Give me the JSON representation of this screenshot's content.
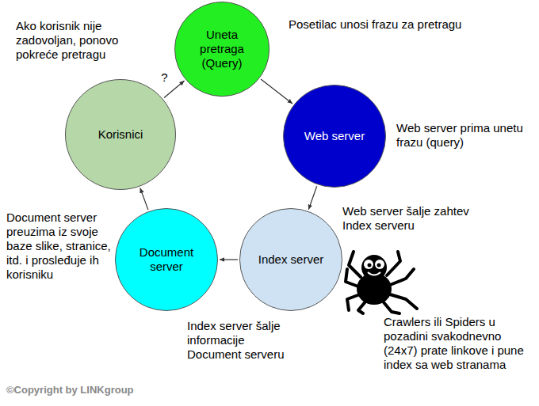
{
  "diagram": {
    "nodes": [
      {
        "text": [
          "Uneta pretraga (Query)"
        ]
      },
      {
        "text": [
          "Web server"
        ]
      },
      {
        "text": [
          "Index server"
        ]
      },
      {
        "text": [
          "Document server"
        ]
      },
      {
        "text": [
          "Korisnici"
        ]
      }
    ],
    "edges": [
      {
        "from": 0,
        "to": 1,
        "arrow": "to"
      },
      {
        "from": 1,
        "to": 2,
        "arrow": "to"
      },
      {
        "from": 2,
        "to": 3,
        "arrow": "to"
      },
      {
        "from": 3,
        "to": 4,
        "arrow": "to"
      },
      {
        "from": 4,
        "to": 0,
        "label": "?",
        "arrow": "to"
      }
    ],
    "labels": [
      "Ako korisnik nije zadovoljan, ponovo pokreće pretragu",
      "Posetilac unosi frazu za pretragu",
      "Web server prima unetu frazu (query)",
      "Web server šalje zahtev Index serveru",
      "Document server preuzima iz svoje baze slike, stranice, itd. i prosleđuje ih korisniku",
      "Index server šalje informacije Document serveru",
      "Crawlers ili Spiders u pozadini svakodnevno (24x7) prate linkove i pune index sa web stranama",
      "©Copyright by LINKgroup"
    ]
  }
}
